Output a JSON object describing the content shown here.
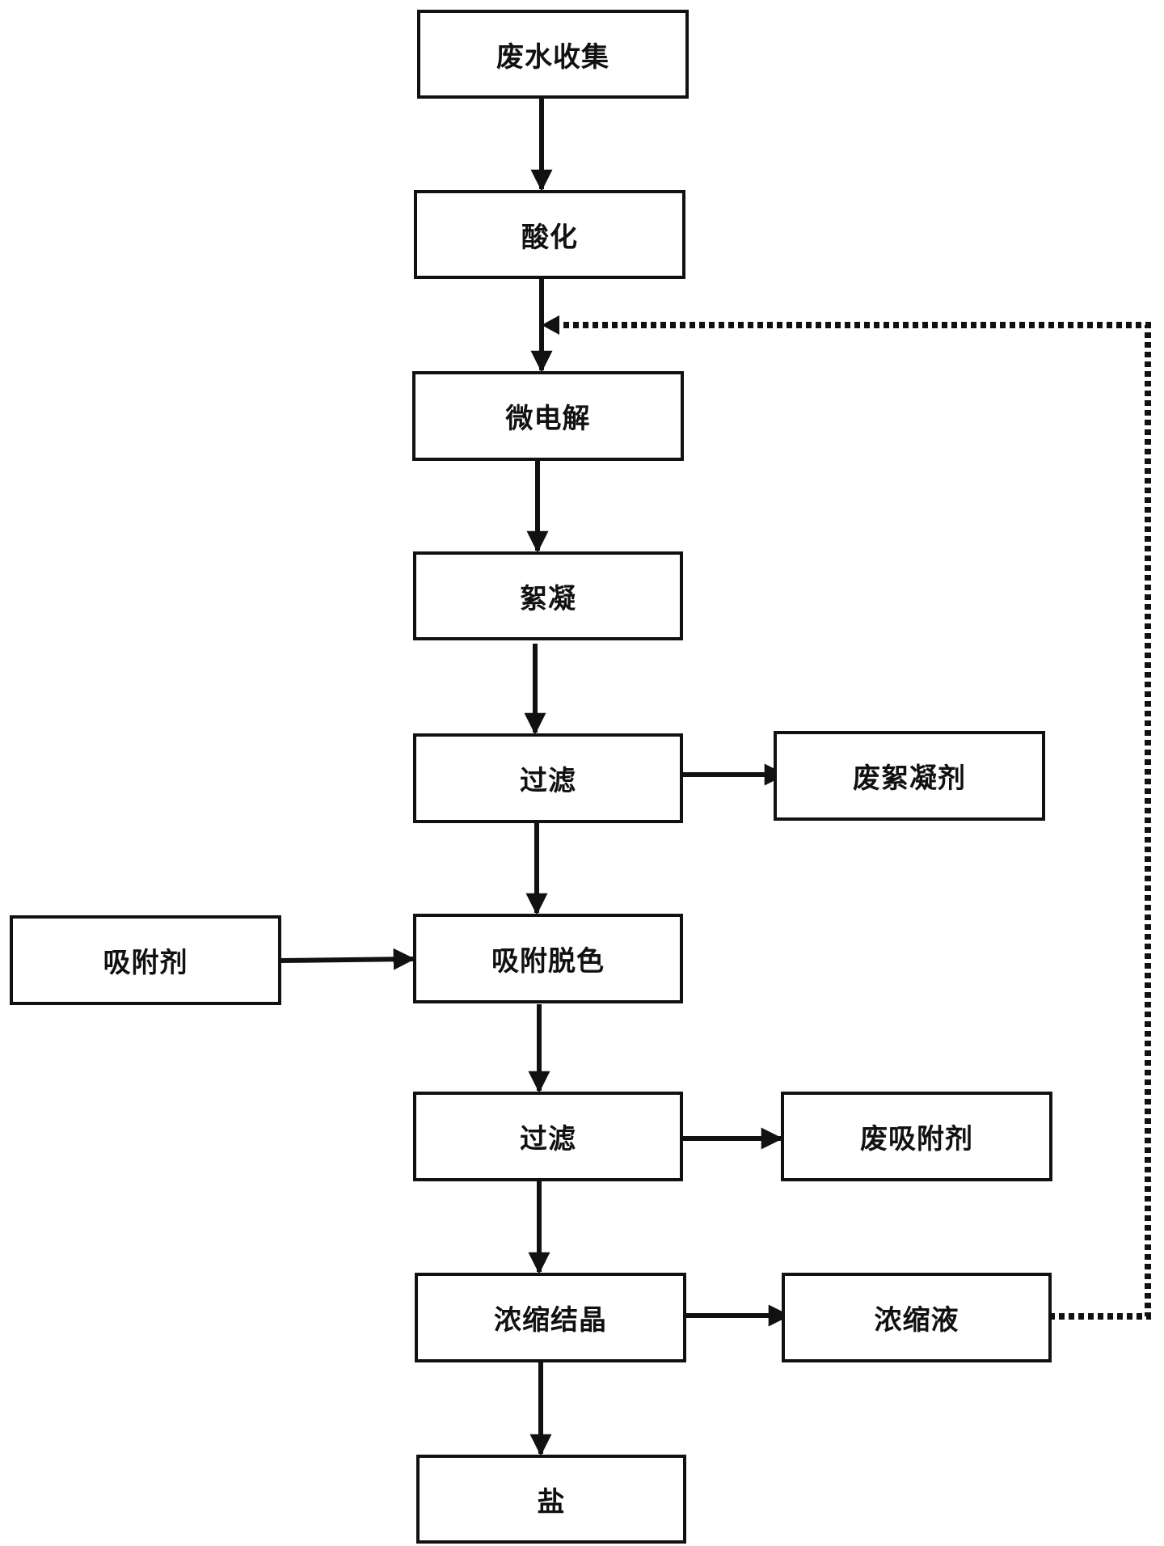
{
  "diagram": {
    "colors": {
      "stroke": "#111111",
      "background": "#ffffff"
    },
    "nodes": {
      "collect": "废水收集",
      "acidify": "酸化",
      "micro_electrolysis": "微电解",
      "flocculation": "絮凝",
      "filter1": "过滤",
      "waste_flocculant": "废絮凝剂",
      "adsorbent": "吸附剂",
      "adsorption_decolor": "吸附脱色",
      "filter2": "过滤",
      "waste_adsorbent": "废吸附剂",
      "concentrate_crystallize": "浓缩结晶",
      "concentrate_liquid": "浓缩液",
      "salt": "盐"
    },
    "edges": [
      {
        "from": "collect",
        "to": "acidify",
        "style": "solid"
      },
      {
        "from": "acidify",
        "to": "micro_electrolysis",
        "style": "solid"
      },
      {
        "from": "micro_electrolysis",
        "to": "flocculation",
        "style": "solid"
      },
      {
        "from": "flocculation",
        "to": "filter1",
        "style": "solid"
      },
      {
        "from": "filter1",
        "to": "waste_flocculant",
        "style": "solid"
      },
      {
        "from": "filter1",
        "to": "adsorption_decolor",
        "style": "solid"
      },
      {
        "from": "adsorbent",
        "to": "adsorption_decolor",
        "style": "solid"
      },
      {
        "from": "adsorption_decolor",
        "to": "filter2",
        "style": "solid"
      },
      {
        "from": "filter2",
        "to": "waste_adsorbent",
        "style": "solid"
      },
      {
        "from": "filter2",
        "to": "concentrate_crystallize",
        "style": "solid"
      },
      {
        "from": "concentrate_crystallize",
        "to": "concentrate_liquid",
        "style": "solid"
      },
      {
        "from": "concentrate_crystallize",
        "to": "salt",
        "style": "solid"
      },
      {
        "from": "concentrate_liquid",
        "to": "micro_electrolysis",
        "style": "dotted"
      }
    ]
  }
}
